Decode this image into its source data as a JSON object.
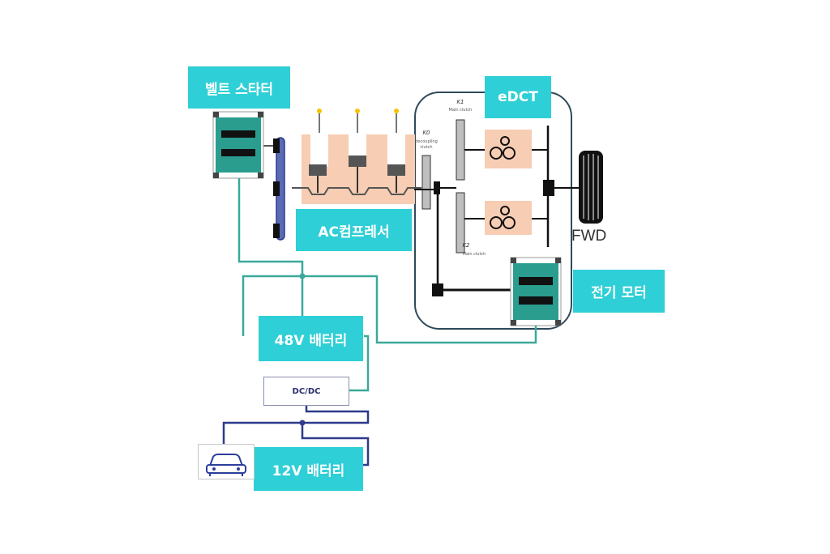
{
  "labels": {
    "belt_starter": "벨트 스타터",
    "edct": "eDCT",
    "ac_compressor": "AC컴프레서",
    "electric_motor": "전기 모터",
    "battery_48v": "48V 배터리",
    "battery_12v": "12V 배터리",
    "dcdc": "DC/DC",
    "fwd": "FWD"
  },
  "colors": {
    "tag_bg": "#2ecfd6",
    "teal_line": "#3aa99a",
    "navy_line": "#2e3a8c",
    "motor_body": "#2a9d8f",
    "engine_bg": "#f7cdb3"
  },
  "icons": [
    "gear-icon",
    "car-icon",
    "wheel-icon",
    "spark-plug-icon"
  ]
}
